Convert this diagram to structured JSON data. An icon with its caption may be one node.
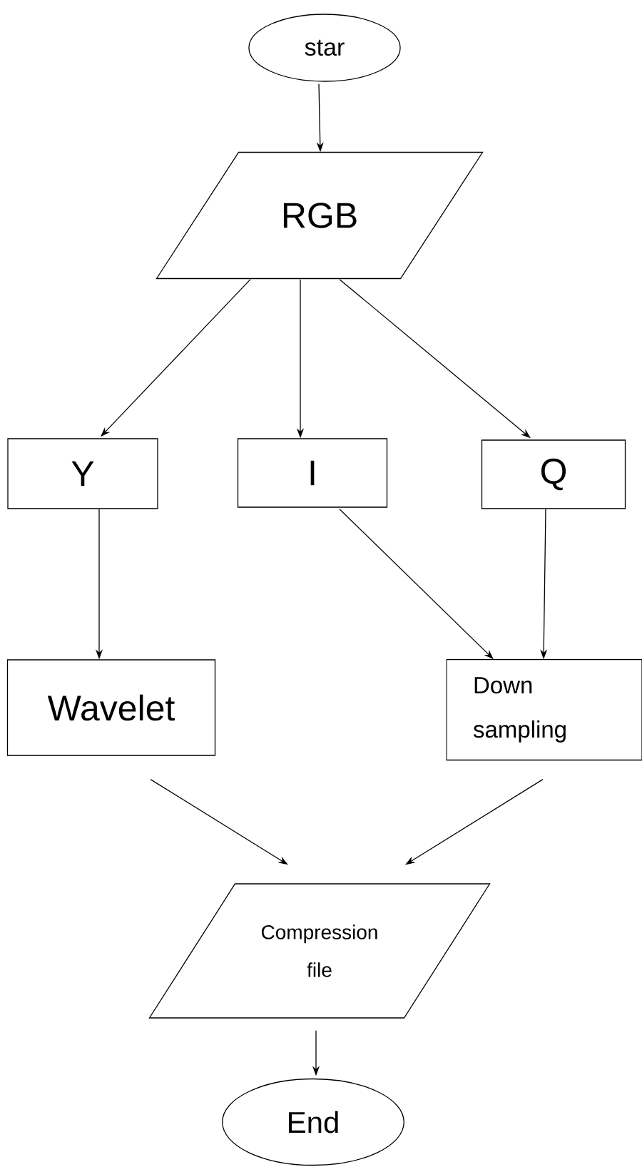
{
  "diagram": {
    "nodes": [
      {
        "text": [
          "star"
        ]
      },
      {
        "text": [
          "RGB"
        ]
      },
      {
        "text": [
          "Y"
        ]
      },
      {
        "text": [
          "I"
        ]
      },
      {
        "text": [
          "Q"
        ]
      },
      {
        "text": [
          "Wavelet"
        ]
      },
      {
        "text": [
          "Down sampling"
        ]
      },
      {
        "text": [
          "Compression file"
        ]
      },
      {
        "text": [
          "End"
        ]
      }
    ],
    "edges": [
      {
        "from": 0,
        "to": 1,
        "arrow": "to"
      },
      {
        "from": 1,
        "to": 2,
        "arrow": "to"
      },
      {
        "from": 1,
        "to": 3,
        "arrow": "to"
      },
      {
        "from": 1,
        "to": 4,
        "arrow": "to"
      },
      {
        "from": 2,
        "to": 5,
        "arrow": "to"
      },
      {
        "from": 3,
        "to": 6,
        "arrow": "to"
      },
      {
        "from": 4,
        "to": 6,
        "arrow": "to"
      },
      {
        "from": 5,
        "to": 7,
        "arrow": "to"
      },
      {
        "from": 6,
        "to": 7,
        "arrow": "to"
      },
      {
        "from": 7,
        "to": 8,
        "arrow": "to"
      }
    ]
  }
}
